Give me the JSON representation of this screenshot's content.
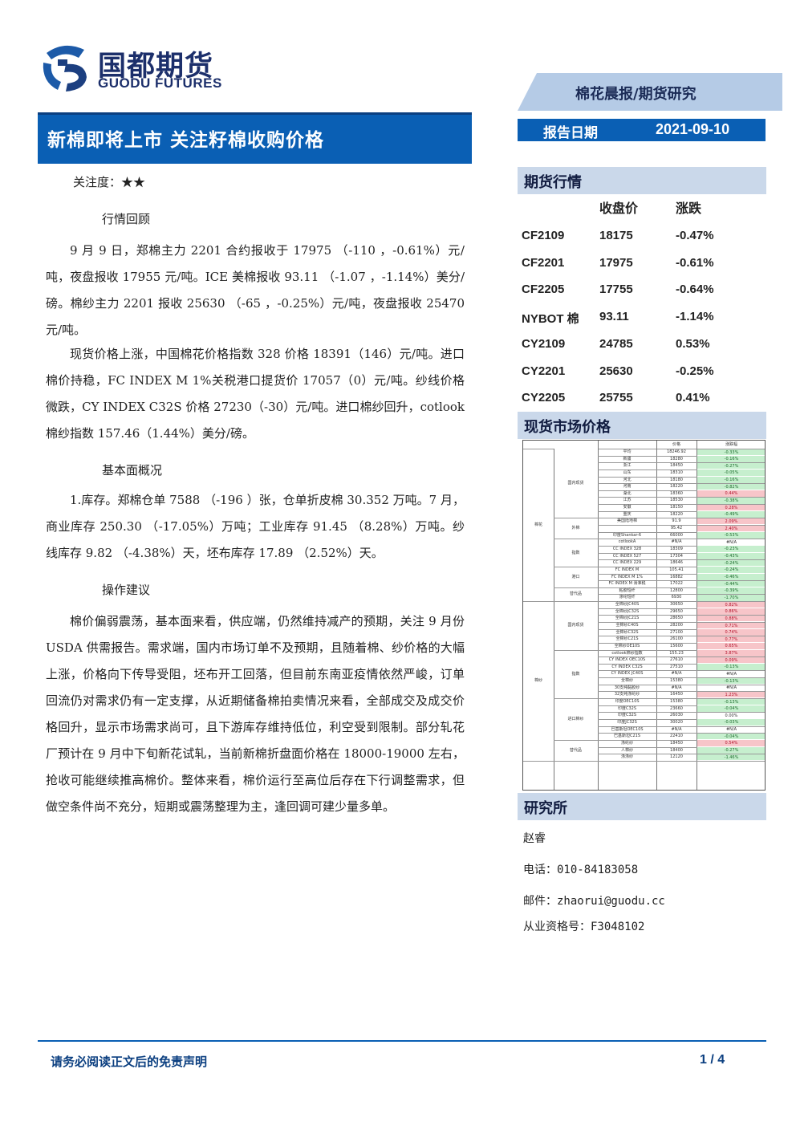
{
  "logo": {
    "cn": "国都期货",
    "en": "GUODU FUTURES"
  },
  "header": {
    "banner": "棉花晨报/期货研究",
    "date_label": "报告日期",
    "date_value": "2021-09-10"
  },
  "title": "新棉即将上市  关注籽棉收购价格",
  "attention": "关注度：★★",
  "sections": {
    "review": "行情回顾",
    "fundamental": "基本面概况",
    "advice": "操作建议"
  },
  "paragraphs": {
    "p1": "9 月 9 日，郑棉主力 2201 合约报收于 17975 （-110 ，-0.61%）元/吨，夜盘报收 17955 元/吨。ICE 美棉报收 93.11 （-1.07 ，-1.14%）美分/磅。棉纱主力 2201 报收 25630 （-65 ，-0.25%）元/吨，夜盘报收 25470 元/吨。",
    "p2": "现货价格上涨，中国棉花价格指数 328 价格 18391（146）元/吨。进口棉价持稳，FC INDEX M 1%关税港口提货价 17057（0）元/吨。纱线价格微跌，CY INDEX C32S 价格 27230（-30）元/吨。进口棉纱回升，cotlook 棉纱指数 157.46（1.44%）美分/磅。",
    "p3": "1.库存。郑棉仓单 7588 （-196 ）张，仓单折皮棉 30.352 万吨。7 月，商业库存 250.30 （-17.05%）万吨；工业库存 91.45 （8.28%）万吨。纱线库存 9.82 （-4.38%）天，坯布库存 17.89 （2.52%）天。",
    "p4": "棉价偏弱震荡，基本面来看，供应端，仍然维持减产的预期，关注 9 月份 USDA 供需报告。需求端，国内市场订单不及预期，且随着棉、纱价格的大幅上涨，价格向下传导受阻，坯布开工回落，但目前东南亚疫情依然严峻，订单回流仍对需求仍有一定支撑，从近期储备棉拍卖情况来看，全部成交及成交价格回升，显示市场需求尚可，且下游库存维持低位，利空受到限制。部分轧花厂预计在 9 月中下旬新花试轧，当前新棉折盘面价格在 18000-19000 左右，抢收可能继续推高棉价。整体来看，棉价运行至高位后存在下行调整需求，但做空条件尚不充分，短期或震荡整理为主，逢回调可建少量多单。"
  },
  "futures": {
    "heading": "期货行情",
    "col_close": "收盘价",
    "col_change": "涨跌",
    "rows": [
      {
        "name": "CF2109",
        "close": "18175",
        "change": "-0.47%"
      },
      {
        "name": "CF2201",
        "close": "17975",
        "change": "-0.61%"
      },
      {
        "name": "CF2205",
        "close": "17755",
        "change": "-0.64%"
      },
      {
        "name": "NYBOT 棉",
        "close": "93.11",
        "change": "-1.14%"
      },
      {
        "name": "CY2109",
        "close": "24785",
        "change": "0.53%"
      },
      {
        "name": "CY2201",
        "close": "25630",
        "change": "-0.25%"
      },
      {
        "name": "CY2205",
        "close": "25755",
        "change": "0.41%"
      }
    ]
  },
  "spot": {
    "heading": "现货市场价格",
    "col_price": "价格",
    "col_change": "涨跌幅",
    "cats": [
      "棉花",
      "棉纱"
    ],
    "groups": [
      "国内现货",
      "外棉",
      "指数",
      "港口",
      "替代品",
      "国内现货",
      "指数",
      "进口棉纱",
      "替代品"
    ],
    "rows": [
      {
        "name": "平均",
        "price": "18246.92",
        "change": "-0.33%"
      },
      {
        "name": "新疆",
        "price": "18280",
        "change": "-0.16%"
      },
      {
        "name": "浙江",
        "price": "18450",
        "change": "-0.27%"
      },
      {
        "name": "山东",
        "price": "18310",
        "change": "-0.05%"
      },
      {
        "name": "河北",
        "price": "18180",
        "change": "-0.16%"
      },
      {
        "name": "河南",
        "price": "18220",
        "change": "-0.82%"
      },
      {
        "name": "湖北",
        "price": "18360",
        "change": "0.44%"
      },
      {
        "name": "江苏",
        "price": "18530",
        "change": "-0.38%"
      },
      {
        "name": "安徽",
        "price": "18150",
        "change": "0.28%"
      },
      {
        "name": "重庆",
        "price": "18220",
        "change": "-0.49%"
      },
      {
        "name": "美国陆地棉",
        "price": "91.9",
        "change": "2.09%"
      },
      {
        "name": "",
        "price": "95.42",
        "change": "2.40%"
      },
      {
        "name": "印度Shankar-6",
        "price": "66000",
        "change": "-0.53%"
      },
      {
        "name": "cotlookA",
        "price": "#N/A",
        "change": "#N/A"
      },
      {
        "name": "CC INDEX 328",
        "price": "18309",
        "change": "-0.23%"
      },
      {
        "name": "CC INDEX 527",
        "price": "17304",
        "change": "-0.43%"
      },
      {
        "name": "CC INDEX 229",
        "price": "18646",
        "change": "-0.24%"
      },
      {
        "name": "FC INDEX M",
        "price": "105.41",
        "change": "-0.24%"
      },
      {
        "name": "FC INDEX M 1%",
        "price": "16882",
        "change": "-0.46%"
      },
      {
        "name": "FC INDEX M 滑准税",
        "price": "17022",
        "change": "-0.44%"
      },
      {
        "name": "粘胶短纤",
        "price": "12800",
        "change": "-0.39%"
      },
      {
        "name": "涤纶短纤",
        "price": "6930",
        "change": "-1.70%"
      },
      {
        "name": "全棉纱JC40S",
        "price": "30650",
        "change": "0.82%"
      },
      {
        "name": "全棉纱JC32S",
        "price": "29650",
        "change": "0.86%"
      },
      {
        "name": "全棉纱JC21S",
        "price": "28650",
        "change": "0.88%"
      },
      {
        "name": "全棉纱C40S",
        "price": "28200",
        "change": "0.71%"
      },
      {
        "name": "全棉纱C32S",
        "price": "27100",
        "change": "0.74%"
      },
      {
        "name": "全棉纱C21S",
        "price": "26100",
        "change": "0.77%"
      },
      {
        "name": "全棉纱OE10S",
        "price": "15600",
        "change": "0.65%"
      },
      {
        "name": "cotlook棉纱指数",
        "price": "155.23",
        "change": "3.87%"
      },
      {
        "name": "CY INDEX OEC10S",
        "price": "27610",
        "change": "0.09%"
      },
      {
        "name": "CY INDEX C32S",
        "price": "27510",
        "change": "-0.13%"
      },
      {
        "name": "CY INDEX JC40S",
        "price": "#N/A",
        "change": "#N/A"
      },
      {
        "name": "全棉纱",
        "price": "15380",
        "change": "-0.13%"
      },
      {
        "name": "30支纯黏胶纱",
        "price": "#N/A",
        "change": "#N/A"
      },
      {
        "name": "32支纯涤纶纱",
        "price": "16450",
        "change": "1.23%"
      },
      {
        "name": "印度OEC10S",
        "price": "15380",
        "change": "-0.13%"
      },
      {
        "name": "印度C32S",
        "price": "23660",
        "change": "-0.04%"
      },
      {
        "name": "印度C32S",
        "price": "26030",
        "change": "0.00%"
      },
      {
        "name": "印度JC32S",
        "price": "30020",
        "change": "-0.03%"
      },
      {
        "name": "巴基斯坦OEC10S",
        "price": "#N/A",
        "change": "#N/A"
      },
      {
        "name": "巴基斯坦C21S",
        "price": "22410",
        "change": "-0.04%"
      },
      {
        "name": "涤纶纱",
        "price": "18450",
        "change": "0.54%"
      },
      {
        "name": "人棉纱",
        "price": "18400",
        "change": "-0.27%"
      },
      {
        "name": "涤涤纱",
        "price": "12120",
        "change": "-1.46%"
      }
    ]
  },
  "research": {
    "heading": "研究所",
    "name": "赵睿",
    "phone": "电话：010-84183058",
    "email": "邮件：zhaorui@guodu.cc",
    "license": "从业资格号：F3048102"
  },
  "footer": {
    "disclaimer": "请务必阅读正文后的免责声明",
    "page": "1 / 4"
  },
  "colors": {
    "brand_blue": "#0a5fb4",
    "light_blue": "#b5cbe6",
    "up": "#f7c5c9",
    "down": "#c6efce"
  }
}
